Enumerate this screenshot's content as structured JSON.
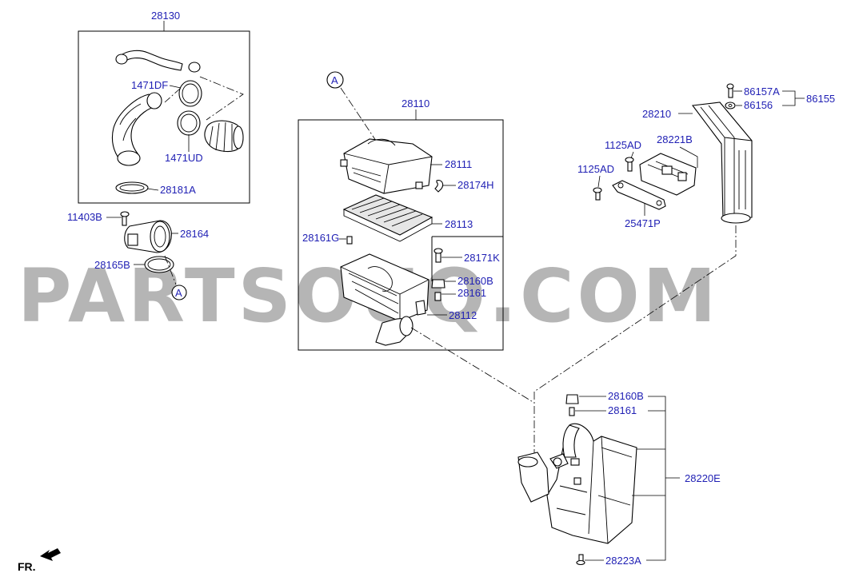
{
  "labels": {
    "28130": "28130",
    "1471DF": "1471DF",
    "1471UD": "1471UD",
    "28181A": "28181A",
    "11403B": "11403B",
    "28164": "28164",
    "28165B": "28165B",
    "A_ref_lower": "A",
    "A_ref_upper": "A",
    "28110": "28110",
    "28111": "28111",
    "28174H": "28174H",
    "28113": "28113",
    "28161G": "28161G",
    "28171K": "28171K",
    "28160B_top": "28160B",
    "28161_top": "28161",
    "28112": "28112",
    "86157A": "86157A",
    "86156": "86156",
    "86155": "86155",
    "28210": "28210",
    "1125AD_1": "1125AD",
    "1125AD_2": "1125AD",
    "28221B": "28221B",
    "25471P": "25471P",
    "28160B_bottom": "28160B",
    "28161_bottom": "28161",
    "28220E": "28220E",
    "28223A": "28223A"
  },
  "watermark": "PARTSOUQ.COM",
  "direction": "FR.",
  "colors": {
    "label": "#1f1fb4",
    "line": "#000000",
    "watermark": "#b5b5b5"
  }
}
